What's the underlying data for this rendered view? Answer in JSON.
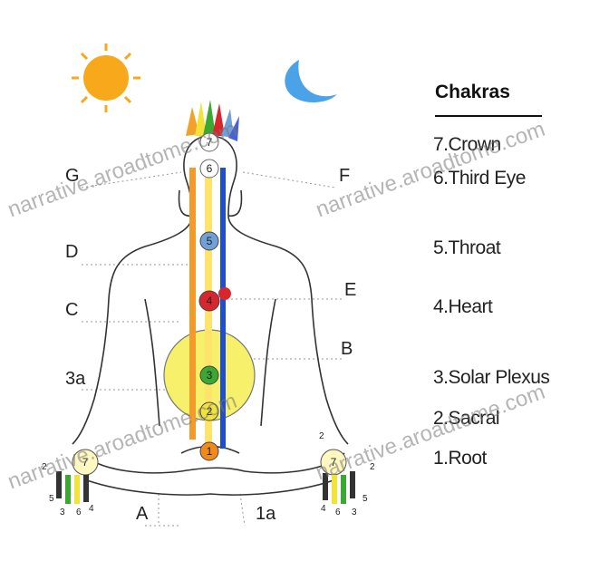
{
  "legend": {
    "title": "Chakras",
    "items": [
      "7.Crown",
      "6.Third Eye",
      "5.Throat",
      "4.Heart",
      "3.Solar Plexus",
      "2.Sacral",
      "1.Root"
    ]
  },
  "point_labels": {
    "G": "G",
    "F": "F",
    "D": "D",
    "E": "E",
    "C": "C",
    "B": "B",
    "3a": "3a",
    "A": "A",
    "1a": "1a"
  },
  "chakra_numbers": [
    "7",
    "6",
    "5",
    "4",
    "3",
    "2",
    "1"
  ],
  "finger_numbers": {
    "left": [
      "2",
      "5",
      "3",
      "6",
      "4"
    ],
    "right": [
      "2",
      "2",
      "4",
      "6",
      "3",
      "5"
    ]
  },
  "watermark": "narrative.aroadtome.com",
  "colors": {
    "crown": "#f5f5f5",
    "third_eye": "#ffffff",
    "throat": "#6fa0d8",
    "heart": "#d8262e",
    "solar_plexus": "#3aa832",
    "sacral": "#f2e33a",
    "root": "#f08a1c",
    "sun": "#f7a81b",
    "moon": "#4aa3e8",
    "orange_channel": "#f39a2a",
    "blue_channel": "#1f4fd1",
    "yellow_channel": "#ffe36a"
  }
}
